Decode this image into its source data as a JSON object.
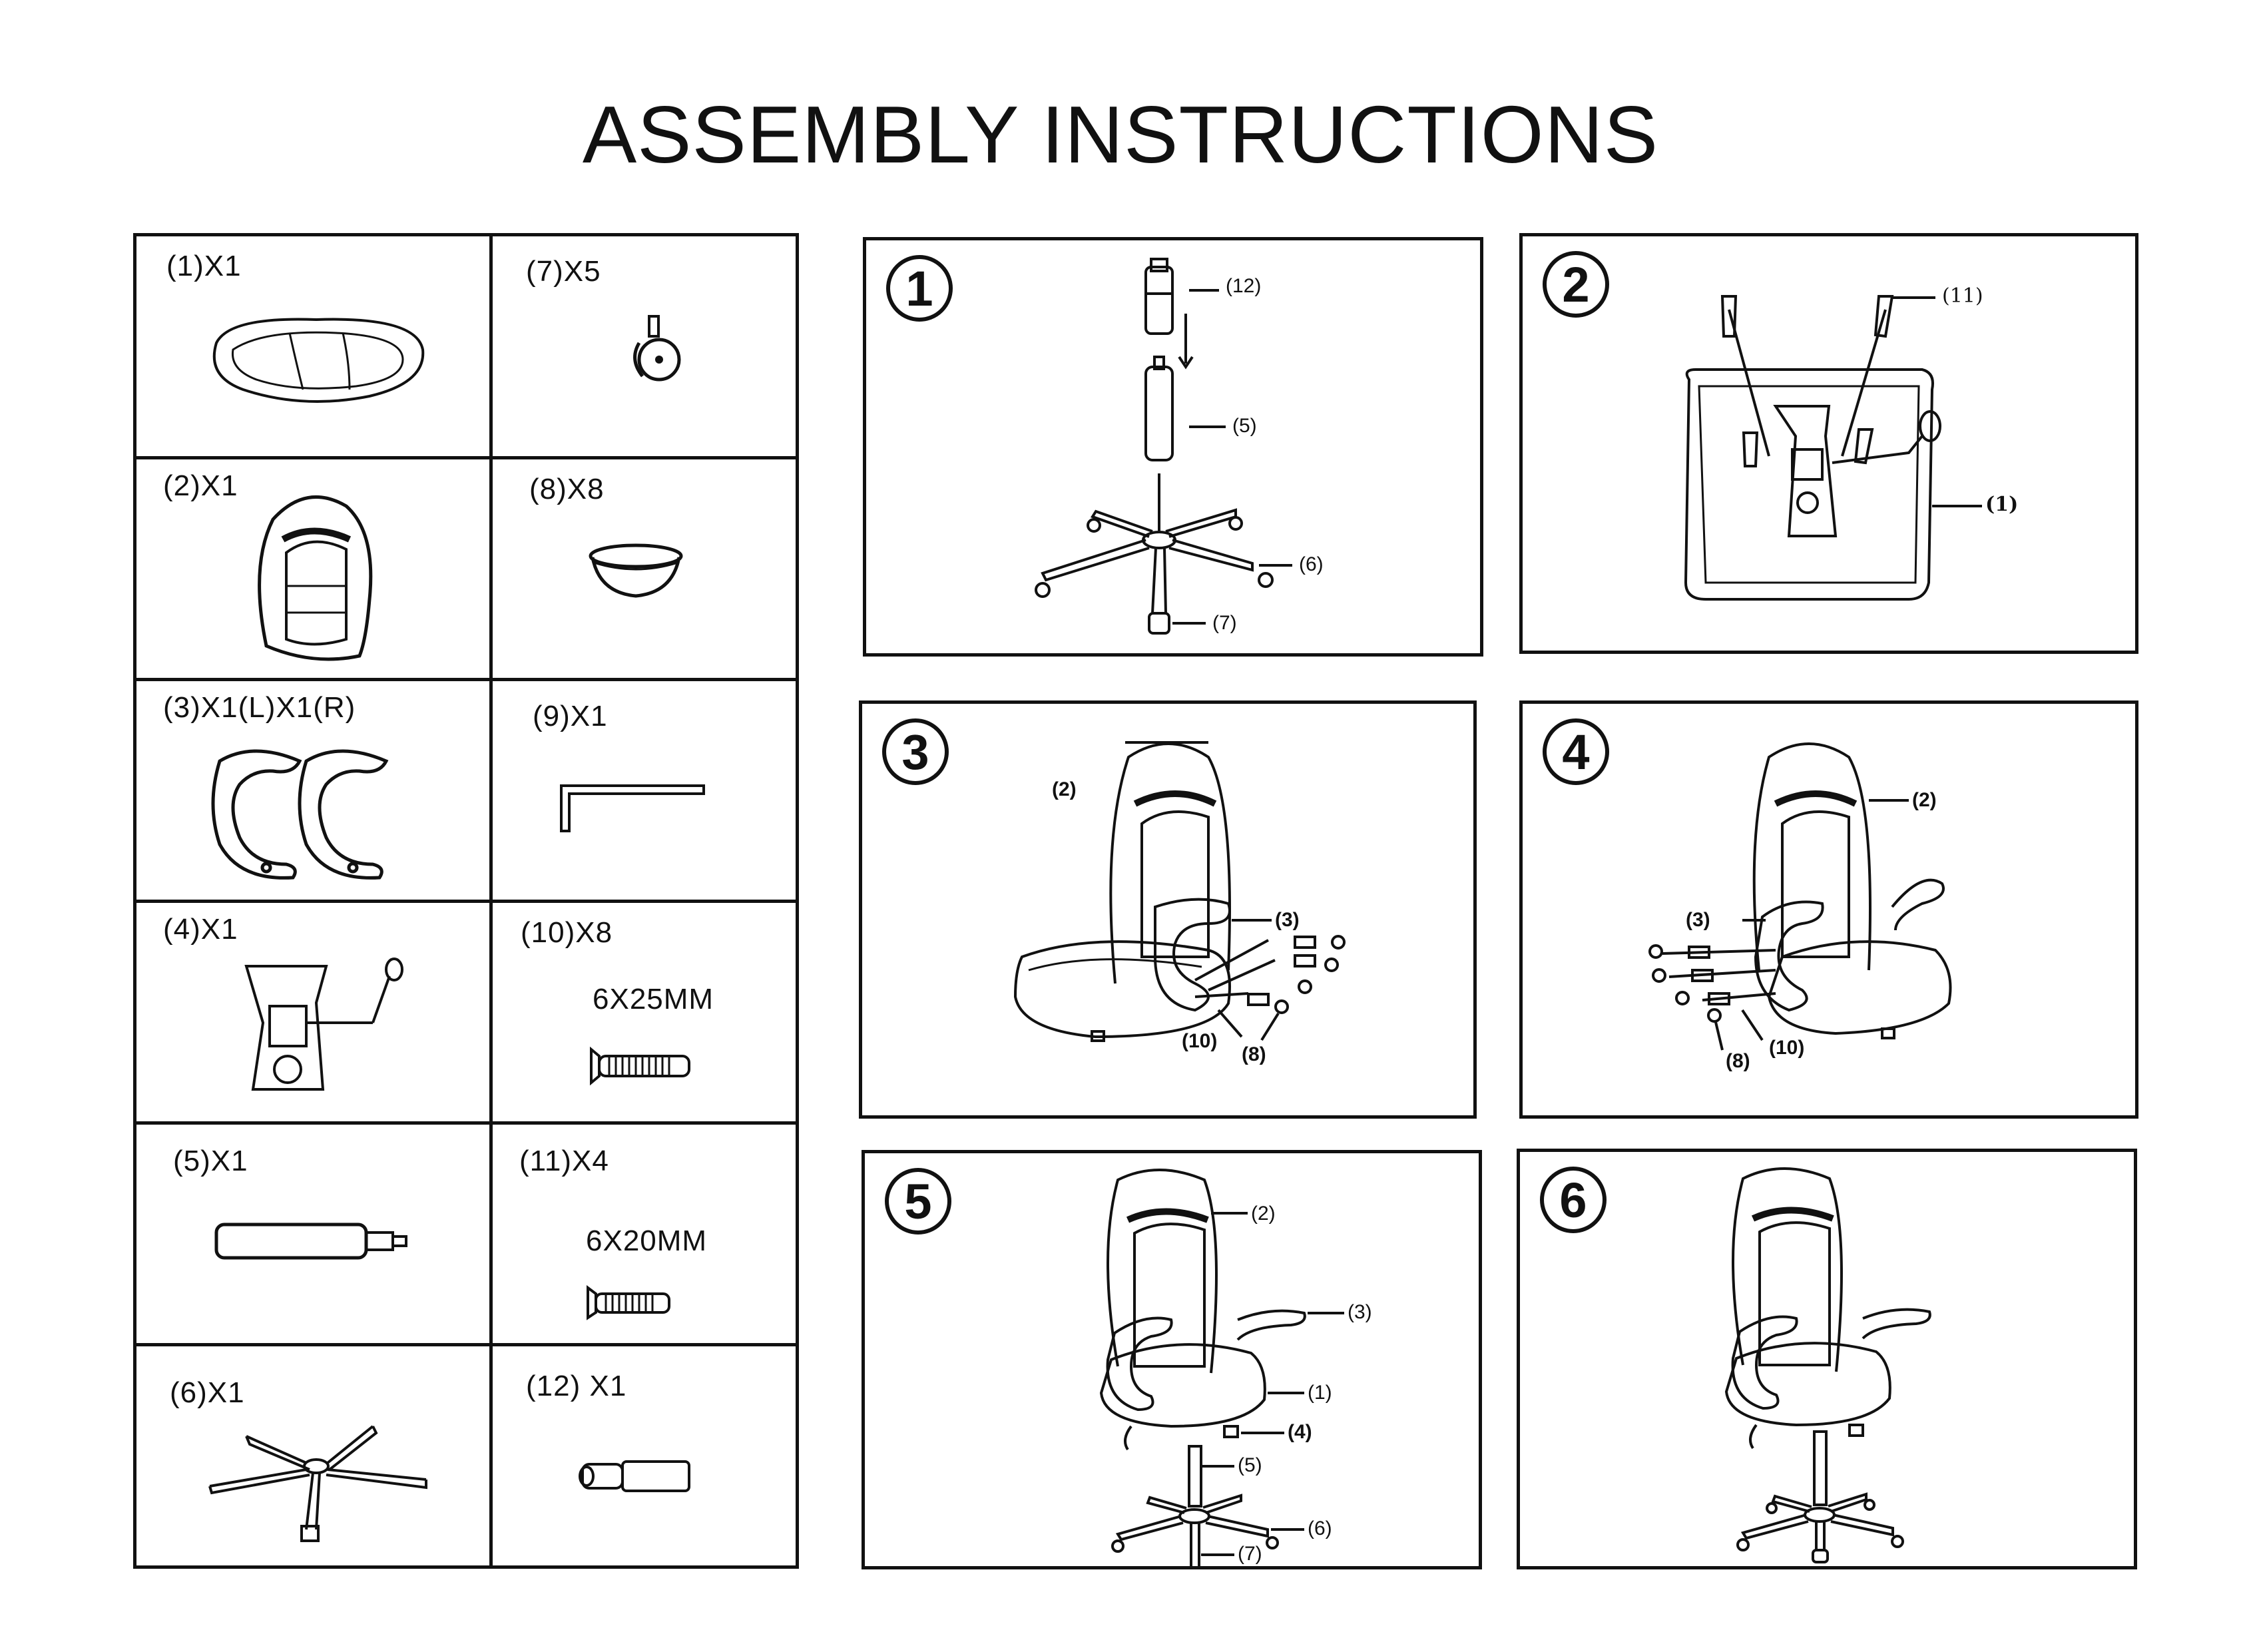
{
  "title": "ASSEMBLY INSTRUCTIONS",
  "parts": [
    {
      "label": "(1)X1",
      "icon": "seat-cushion-icon"
    },
    {
      "label": "(7)X5",
      "icon": "caster-wheel-icon"
    },
    {
      "label": "(2)X1",
      "icon": "backrest-icon"
    },
    {
      "label": "(8)X8",
      "icon": "bolt-cap-icon"
    },
    {
      "label": "(3)X1(L)X1(R)",
      "icon": "armrest-pair-icon"
    },
    {
      "label": "(9)X1",
      "icon": "allen-key-icon"
    },
    {
      "label": "(4)X1",
      "icon": "seat-mechanism-icon"
    },
    {
      "label": "(10)X8",
      "spec": "6X25MM",
      "icon": "bolt-25mm-icon"
    },
    {
      "label": "(5)X1",
      "icon": "gas-lift-icon"
    },
    {
      "label": "(11)X4",
      "spec": "6X20MM",
      "icon": "bolt-20mm-icon"
    },
    {
      "label": "(6)X1",
      "icon": "star-base-icon"
    },
    {
      "label": "(12)  X1",
      "icon": "gas-lift-cover-icon"
    }
  ],
  "steps": [
    {
      "number": "1",
      "callouts": [
        "(12)",
        "(5)",
        "(6)",
        "(7)"
      ]
    },
    {
      "number": "2",
      "callouts": [
        "(11)",
        "(1)"
      ]
    },
    {
      "number": "3",
      "callouts": [
        "(2)",
        "(3)",
        "(10)",
        "(8)"
      ]
    },
    {
      "number": "4",
      "callouts": [
        "(2)",
        "(3)",
        "(8)",
        "(10)"
      ]
    },
    {
      "number": "5",
      "callouts": [
        "(2)",
        "(3)",
        "(1)",
        "(4)",
        "(5)",
        "(6)",
        "(7)"
      ]
    },
    {
      "number": "6",
      "callouts": []
    }
  ]
}
